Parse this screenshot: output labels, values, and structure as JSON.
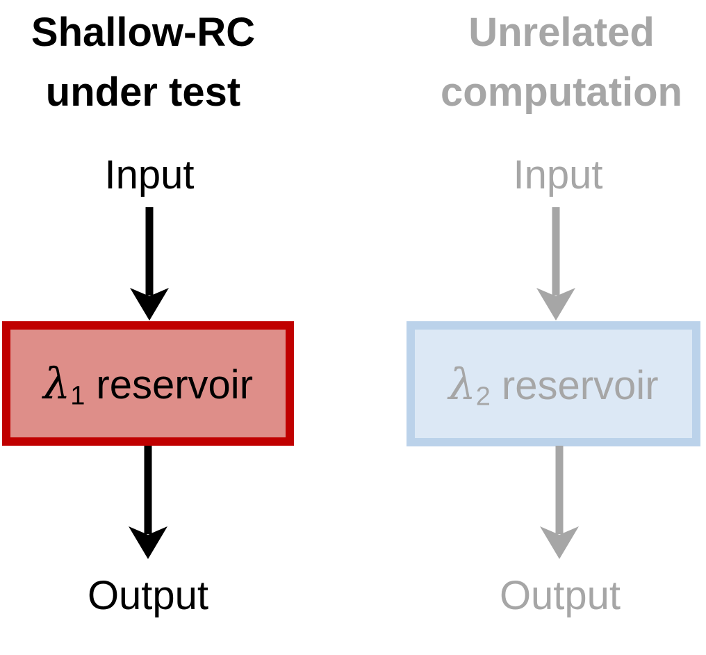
{
  "left": {
    "title_line1": "Shallow-RC",
    "title_line2": "under test",
    "input_label": "Input",
    "reservoir": {
      "lambda": "λ",
      "subscript": "1",
      "label": "reservoir"
    },
    "output_label": "Output",
    "colors": {
      "text": "#000000",
      "arrow": "#000000",
      "box_fill": "#DE8E89",
      "box_border": "#C00000"
    }
  },
  "right": {
    "title_line1": "Unrelated",
    "title_line2": "computation",
    "input_label": "Input",
    "reservoir": {
      "lambda": "λ",
      "subscript": "2",
      "label": "reservoir"
    },
    "output_label": "Output",
    "colors": {
      "text": "#A6A6A6",
      "arrow": "#A6A6A6",
      "box_fill": "#DCE8F5",
      "box_border": "#BBD2EA"
    }
  }
}
